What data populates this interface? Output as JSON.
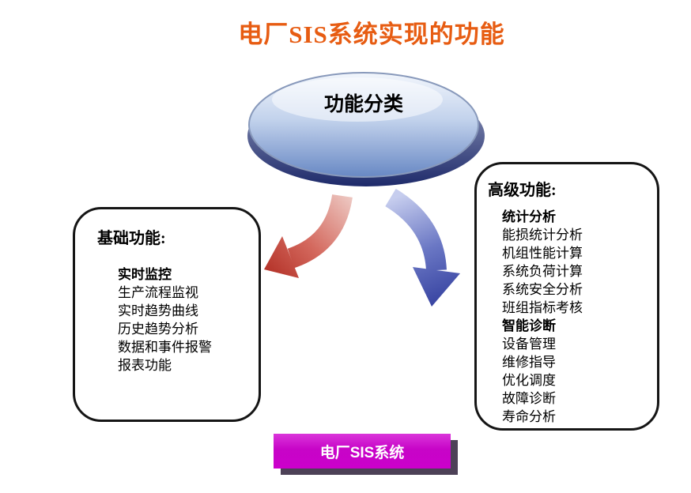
{
  "title": "电厂SIS系统实现的功能",
  "hub": {
    "label": "功能分类"
  },
  "left_box": {
    "title": "基础功能:",
    "items": [
      {
        "text": "实时监控",
        "bold": true
      },
      {
        "text": "生产流程监视",
        "bold": false
      },
      {
        "text": "实时趋势曲线",
        "bold": false
      },
      {
        "text": "历史趋势分析",
        "bold": false
      },
      {
        "text": "数据和事件报警",
        "bold": false
      },
      {
        "text": "报表功能",
        "bold": false
      }
    ]
  },
  "right_box": {
    "title": "高级功能:",
    "items": [
      {
        "text": "统计分析",
        "bold": true
      },
      {
        "text": "能损统计分析",
        "bold": false
      },
      {
        "text": "机组性能计算",
        "bold": false
      },
      {
        "text": "系统负荷计算",
        "bold": false
      },
      {
        "text": "系统安全分析",
        "bold": false
      },
      {
        "text": "班组指标考核",
        "bold": false
      },
      {
        "text": "智能诊断",
        "bold": true
      },
      {
        "text": "设备管理",
        "bold": false
      },
      {
        "text": "维修指导",
        "bold": false
      },
      {
        "text": "优化调度",
        "bold": false
      },
      {
        "text": "故障诊断",
        "bold": false
      },
      {
        "text": "寿命分析",
        "bold": false
      }
    ]
  },
  "footer": {
    "label": "电厂SIS系统"
  },
  "colors": {
    "title": "#e75c12",
    "red_arrow": "#b5342a",
    "blue_arrow": "#333f9e",
    "footer_bg": "#cc00cc",
    "ellipse_dark": "#1e2a6a"
  }
}
